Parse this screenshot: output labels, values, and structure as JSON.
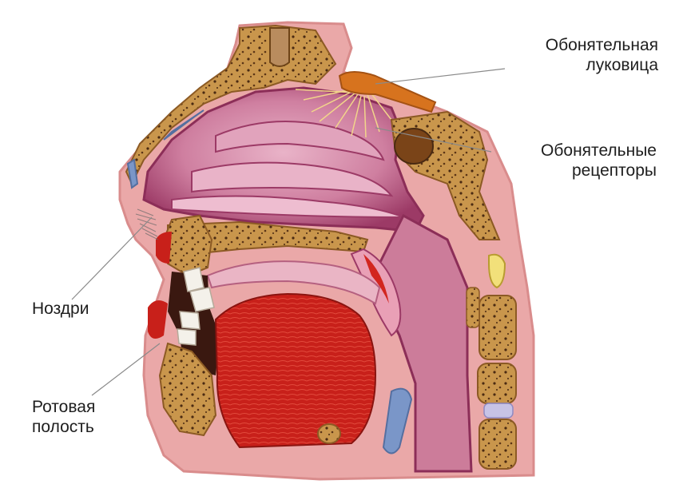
{
  "labels": {
    "olfactory_bulb": [
      "Обонятельная",
      "луковица"
    ],
    "olfactory_receptors": [
      "Обонятельные",
      "рецепторы"
    ],
    "nostrils": [
      "Ноздри"
    ],
    "oral_cavity": [
      "Ротовая",
      "полость"
    ]
  },
  "colors": {
    "background": "#ffffff",
    "skin": "#eaa8a8",
    "bone": "#c9964c",
    "cavity": "#cc7c9a",
    "tongue_muscle": "#d2261f",
    "bulb": "#d7731e",
    "leader_line": "#8a8a8a"
  }
}
